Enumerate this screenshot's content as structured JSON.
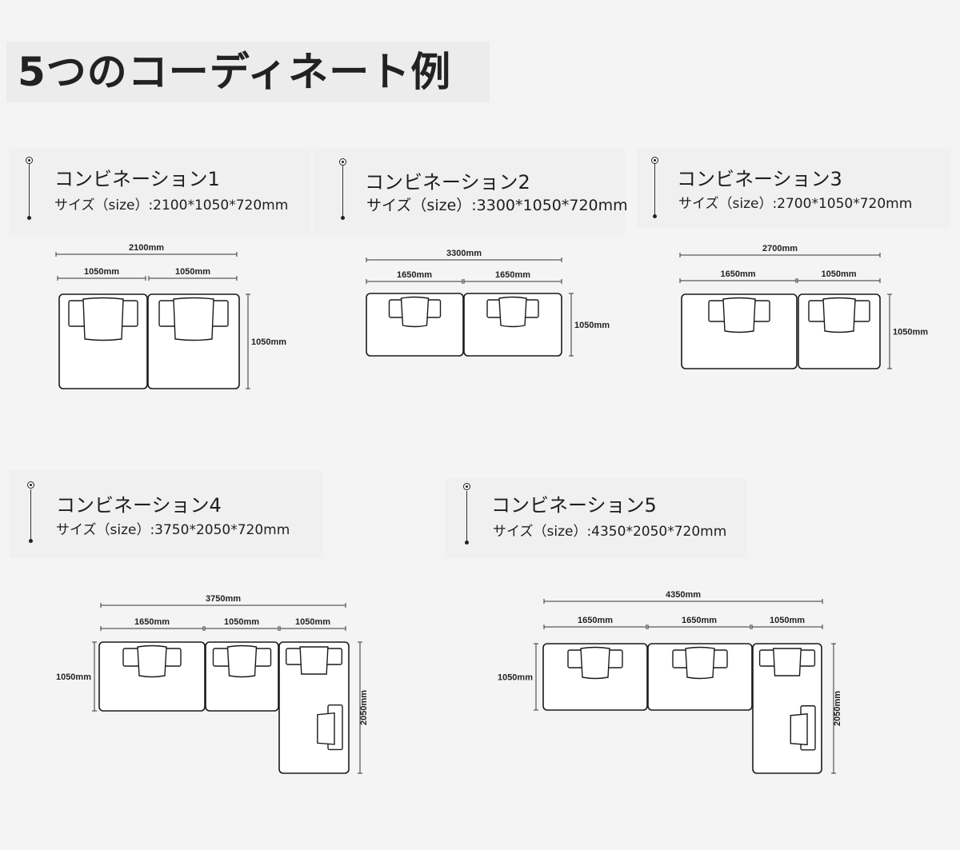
{
  "page": {
    "title": "5つのコーディネート例"
  },
  "combos": [
    {
      "name": "コンビネーション1",
      "size": "サイズ（size）:2100*1050*720mm",
      "total_width": "2100mm",
      "module_widths": [
        "1050mm",
        "1050mm"
      ],
      "depth": "1050mm"
    },
    {
      "name": "コンビネーション2",
      "size": "サイズ（size）:3300*1050*720mm",
      "total_width": "3300mm",
      "module_widths": [
        "1650mm",
        "1650mm"
      ],
      "depth": "1050mm"
    },
    {
      "name": "コンビネーション3",
      "size": "サイズ（size）:2700*1050*720mm",
      "total_width": "2700mm",
      "module_widths": [
        "1650mm",
        "1050mm"
      ],
      "depth": "1050mm"
    },
    {
      "name": "コンビネーション4",
      "size": "サイズ（size）:3750*2050*720mm",
      "total_width": "3750mm",
      "module_widths": [
        "1650mm",
        "1050mm",
        "1050mm"
      ],
      "depth": "1050mm",
      "chaise_depth": "2050mm"
    },
    {
      "name": "コンビネーション5",
      "size": "サイズ（size）:4350*2050*720mm",
      "total_width": "4350mm",
      "module_widths": [
        "1650mm",
        "1650mm",
        "1050mm"
      ],
      "depth": "1050mm",
      "chaise_depth": "2050mm"
    }
  ]
}
